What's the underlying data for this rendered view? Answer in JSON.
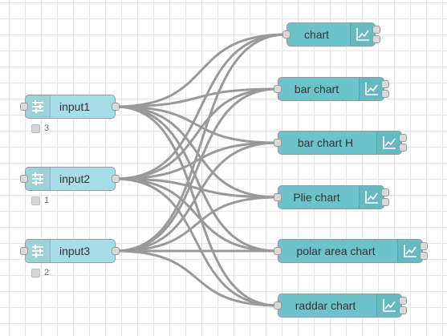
{
  "flow": {
    "inputs": [
      {
        "label": "input1",
        "icon": "inject-icon",
        "status": "3"
      },
      {
        "label": "input2",
        "icon": "inject-icon",
        "status": "1"
      },
      {
        "label": "input3",
        "icon": "inject-icon",
        "status": "2"
      }
    ],
    "charts": [
      {
        "label": "chart",
        "icon": "line-chart-icon"
      },
      {
        "label": "bar chart",
        "icon": "line-chart-icon"
      },
      {
        "label": "bar chart H",
        "icon": "line-chart-icon"
      },
      {
        "label": "Plie chart",
        "icon": "line-chart-icon"
      },
      {
        "label": "polar area chart",
        "icon": "line-chart-icon"
      },
      {
        "label": "raddar chart",
        "icon": "line-chart-icon"
      }
    ]
  },
  "colors": {
    "inject_node": "#a6dde6",
    "chart_node": "#6cc3cc",
    "wire": "#999999",
    "grid": "#e6e6e6"
  }
}
